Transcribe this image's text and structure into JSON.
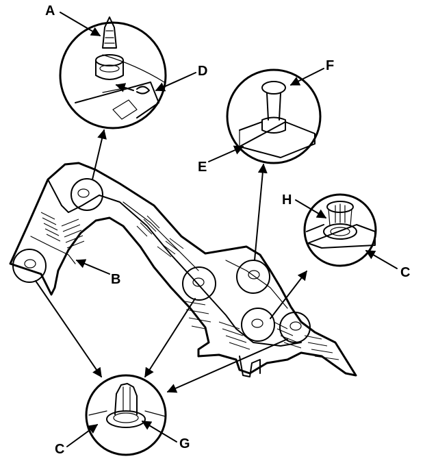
{
  "callouts": {
    "a": "A",
    "b": "B",
    "c1": "C",
    "c2": "C",
    "d": "D",
    "e": "E",
    "f": "F",
    "g": "G",
    "h": "H"
  },
  "colors": {
    "ink": "#000000",
    "paper": "#ffffff"
  }
}
